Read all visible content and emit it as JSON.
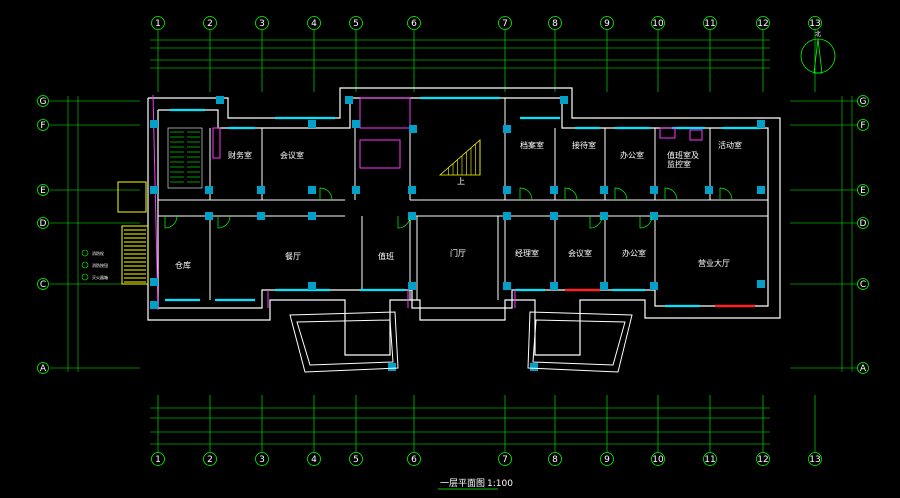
{
  "drawing": {
    "title": "一层平面图",
    "scale": "1:100",
    "north_label": "北",
    "colors": {
      "background": "#000000",
      "wall": "#ffffff",
      "window": "#00e5ff",
      "grid_line": "#00ff00",
      "column": "#00a0c8",
      "fixture": "#ff33ff",
      "door": "#00ff00",
      "stair": "#ffff00",
      "red_window": "#ff2020"
    }
  },
  "axes": {
    "columns": [
      "1",
      "2",
      "3",
      "4",
      "5",
      "6",
      "7",
      "8",
      "9",
      "10",
      "11",
      "12",
      "13"
    ],
    "rows": [
      "G",
      "F",
      "E",
      "D",
      "C",
      "A"
    ]
  },
  "rooms": [
    {
      "id": "office-left",
      "label": "财务室"
    },
    {
      "id": "office-2",
      "label": "会议室"
    },
    {
      "id": "canteen",
      "label": "餐厅"
    },
    {
      "id": "storage",
      "label": "仓库"
    },
    {
      "id": "duty",
      "label": "值班"
    },
    {
      "id": "lobby",
      "label": "门厅"
    },
    {
      "id": "archive",
      "label": "档案室"
    },
    {
      "id": "reception",
      "label": "接待室"
    },
    {
      "id": "office-r1",
      "label": "办公室"
    },
    {
      "id": "office-r2",
      "label": "活动室"
    },
    {
      "id": "control",
      "label": "值班室及\n监控室"
    },
    {
      "id": "manager",
      "label": "经理室"
    },
    {
      "id": "meeting-r",
      "label": "会议室"
    },
    {
      "id": "office-r3",
      "label": "办公室"
    },
    {
      "id": "hall-r",
      "label": "营业大厅"
    }
  ],
  "labels": {
    "stair_up": "上",
    "legend_a": "消防栓",
    "legend_b": "消防按钮",
    "legend_c": "灭火器箱"
  }
}
